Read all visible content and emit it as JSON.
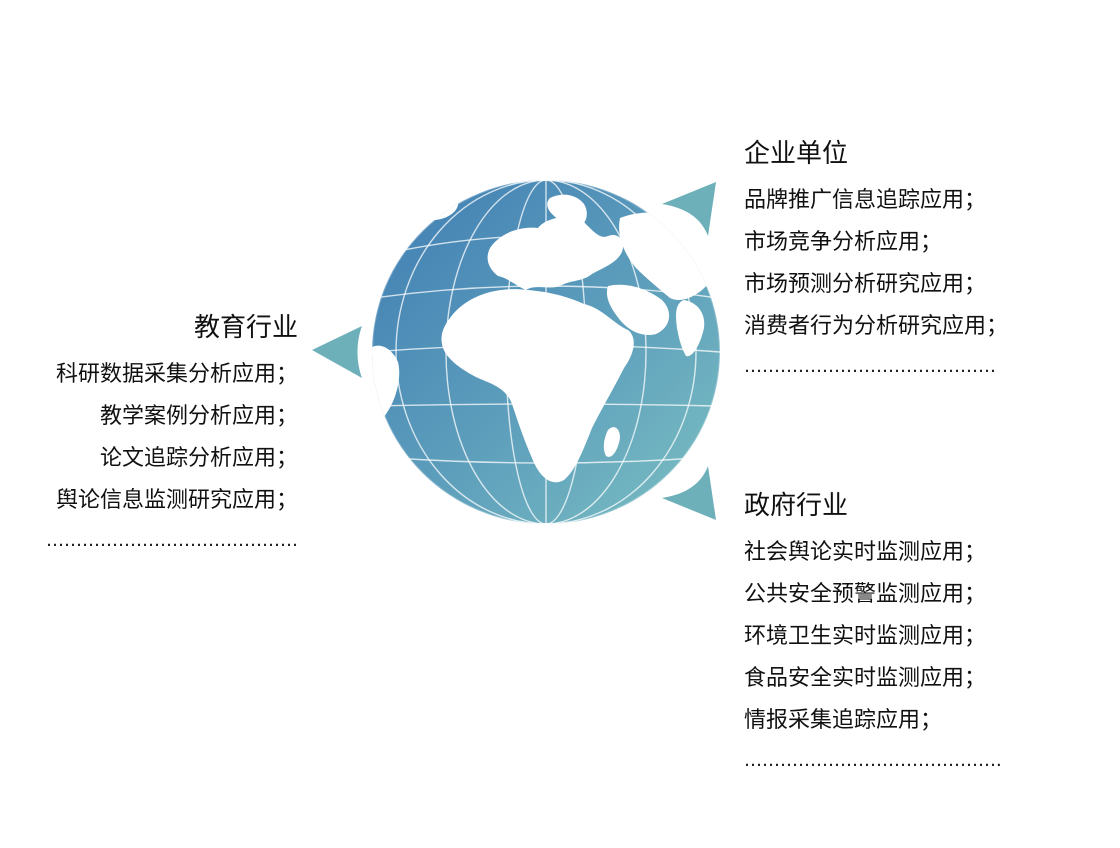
{
  "colors": {
    "globe_top": "#4a87b6",
    "globe_bottom": "#6fb6be",
    "arrow": "#6db0ba",
    "land": "#ffffff",
    "text": "#111111"
  },
  "education": {
    "title": "教育行业",
    "items": [
      "科研数据采集分析应用；",
      "教学案例分析应用；",
      "论文追踪分析应用；",
      "舆论信息监测研究应用；"
    ],
    "ellipsis": "……………………………………"
  },
  "enterprise": {
    "title": "企业单位",
    "items": [
      "品牌推广信息追踪应用；",
      "市场竞争分析应用；",
      "市场预测分析研究应用；",
      "消费者行为分析研究应用；"
    ],
    "ellipsis": "……………………………………"
  },
  "government": {
    "title": "政府行业",
    "items": [
      "社会舆论实时监测应用；",
      "公共安全预警监测应用；",
      "环境卫生实时监测应用；",
      "食品安全实时监测应用；",
      "情报采集追踪应用；"
    ],
    "ellipsis": "……………………………………."
  },
  "icons": {
    "globe": "globe-icon",
    "arrows": [
      "triangle-arrow-left-icon",
      "triangle-arrow-upper-right-icon",
      "triangle-arrow-lower-right-icon"
    ]
  }
}
